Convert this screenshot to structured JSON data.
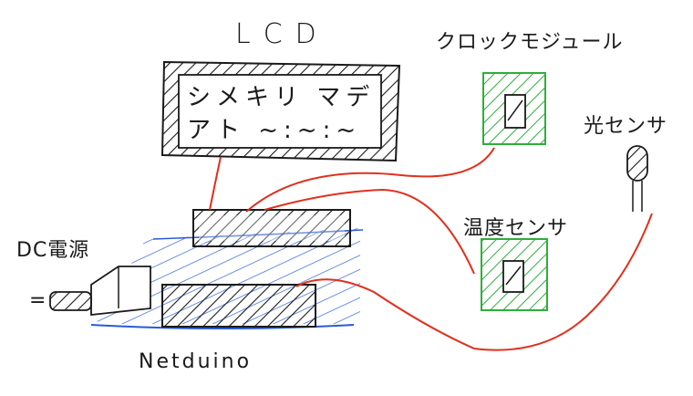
{
  "lcd": {
    "title": "LCD",
    "line1": "シメキリ マデ",
    "line2": "アト ~:~:~"
  },
  "clock_module": {
    "label": "クロックモジュール"
  },
  "light_sensor": {
    "label": "光センサ"
  },
  "temp_sensor": {
    "label": "温度センサ"
  },
  "dc_power": {
    "label": "DC電源",
    "plug": "="
  },
  "board": {
    "label": "Netduino"
  },
  "colors": {
    "ink": "#1a1a1a",
    "wire": "#e0301e",
    "board_outline": "#2a5bd7",
    "module_outline": "#2fae3a"
  }
}
